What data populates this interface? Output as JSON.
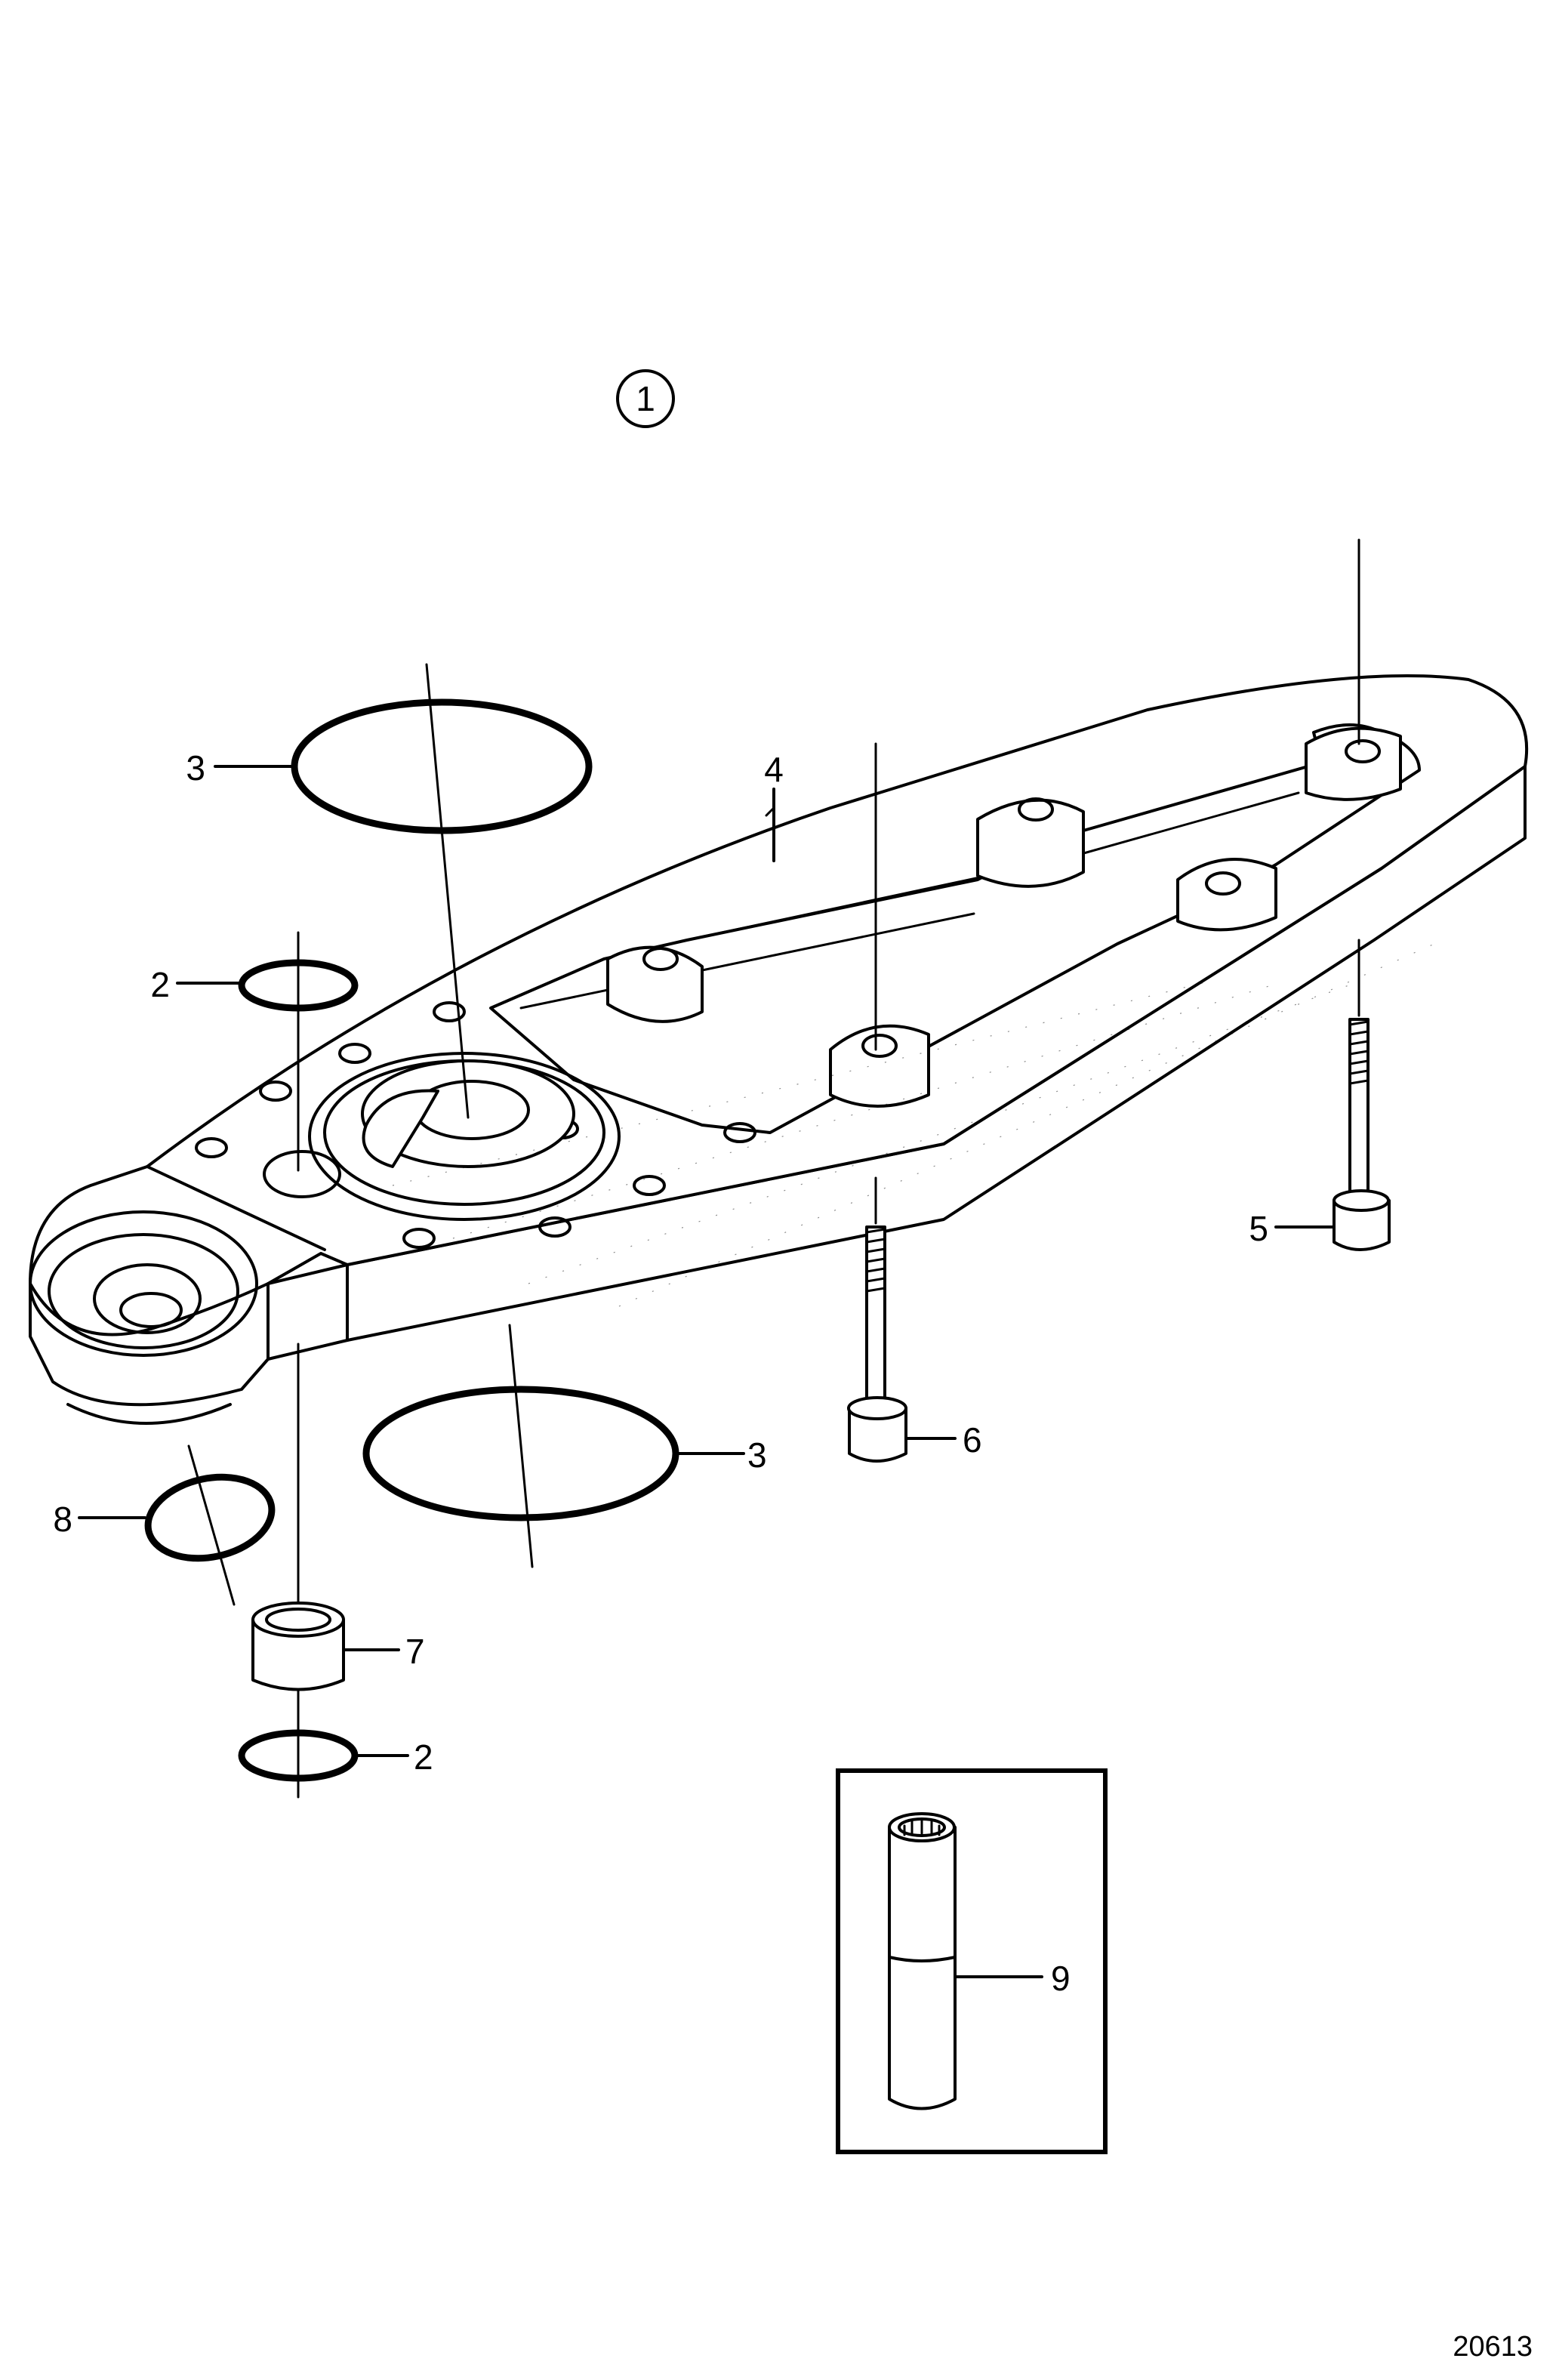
{
  "diagram": {
    "assembly_callout": "1",
    "figure_number": "20613",
    "callouts": {
      "oring_large_top": "3",
      "oring_large_bottom": "3",
      "oring_small_top": "2",
      "oring_small_bottom": "2",
      "housing_plate": "4",
      "bolt_long": "5",
      "bolt_short": "6",
      "bushing": "7",
      "oring_pivot": "8",
      "tool": "9"
    }
  }
}
